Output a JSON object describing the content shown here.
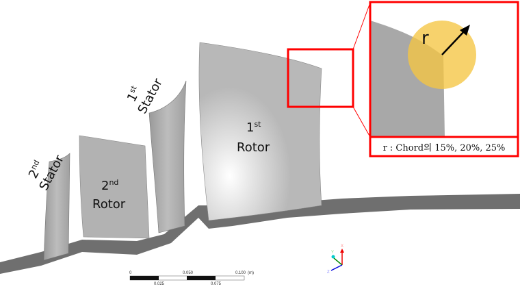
{
  "labels": {
    "stator2": {
      "ordinal": "2",
      "suffix": "nd",
      "name": "Stator"
    },
    "rotor2": {
      "ordinal": "2",
      "suffix": "nd",
      "name": "Rotor"
    },
    "stator1": {
      "ordinal": "1",
      "suffix": "st",
      "name": "Stator"
    },
    "rotor1": {
      "ordinal": "1",
      "suffix": "st",
      "name": "Rotor"
    }
  },
  "inset": {
    "radius_symbol": "r",
    "caption": "r : Chord의 15%, 20%, 25%"
  },
  "scale_bar": {
    "ticks_top": [
      "0",
      "0.050",
      "0.100"
    ],
    "unit": "(m)",
    "ticks_bottom": [
      "0.025",
      "0.075"
    ]
  },
  "axes": {
    "x": "X",
    "y": "Y",
    "z": "Z"
  },
  "colors": {
    "highlight": "#ff0000",
    "fillet": "#f5c542",
    "blade": "#a9a9a9",
    "hub": "#6e6e6e"
  }
}
